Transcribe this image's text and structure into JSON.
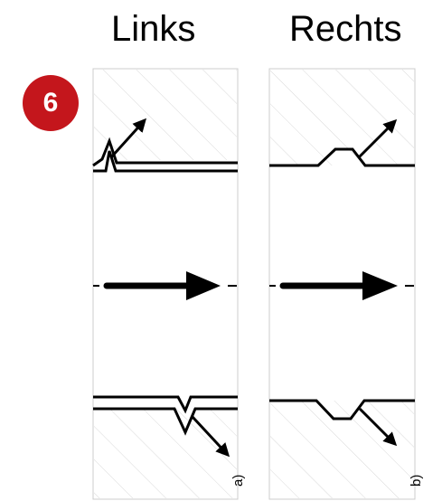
{
  "figure": {
    "columns": [
      {
        "title": "Links",
        "panel_label": "a)"
      },
      {
        "title": "Rechts",
        "panel_label": "b)"
      }
    ],
    "badge": {
      "number": "6",
      "color": "#c4161c"
    }
  },
  "colors": {
    "line": "#000000",
    "hatch": "#d9d9d9",
    "panel_border": "#cccccc"
  }
}
